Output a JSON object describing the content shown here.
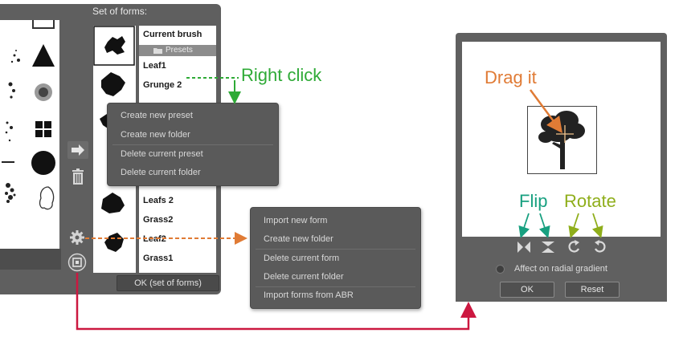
{
  "forms_panel": {
    "title": "Set of forms:",
    "names": [
      "Current brush",
      "Leaf1",
      "Grunge 2",
      "Leafs 2",
      "Grass2",
      "Leaf2",
      "Grass1"
    ],
    "presets_label": "Presets",
    "ok_label": "OK (set of forms)"
  },
  "preset_menu": {
    "items": [
      "Create new preset",
      "Create new folder",
      "Delete current preset",
      "Delete current folder"
    ]
  },
  "form_menu": {
    "items": [
      "Import new form",
      "Create new folder",
      "Delete current form",
      "Delete current folder",
      "Import forms from ABR"
    ]
  },
  "dialog": {
    "affect_label": "Affect on radial gradient",
    "ok_label": "OK",
    "reset_label": "Reset"
  },
  "annotations": {
    "right_click": "Right click",
    "drag_it": "Drag it",
    "flip": "Flip",
    "rotate": "Rotate"
  },
  "colors": {
    "green": "#2eaa36",
    "orange": "#e07b35",
    "teal": "#18a080",
    "olive": "#8fae1b",
    "red": "#cc1840"
  }
}
